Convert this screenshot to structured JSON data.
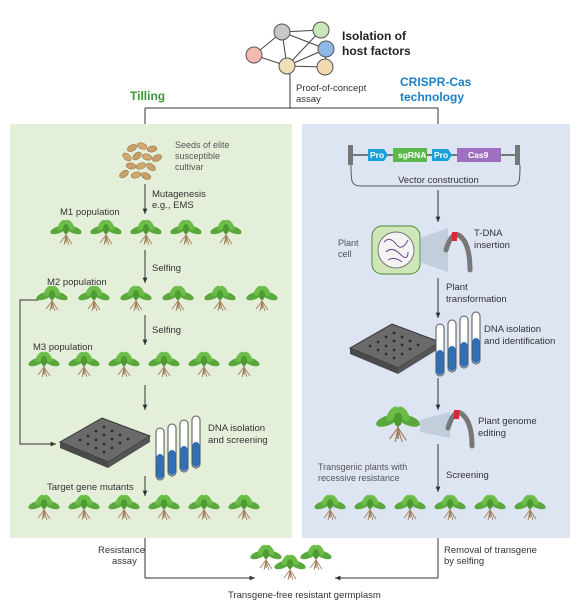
{
  "header": {
    "title_line1": "Isolation of",
    "title_line2": "host factors",
    "assay_line1": "Proof-of-concept",
    "assay_line2": "assay"
  },
  "tilling": {
    "title": "Tilling",
    "seeds_line1": "Seeds of elite",
    "seeds_line2": "susceptible",
    "seeds_line3": "cultivar",
    "mutagenesis_line1": "Mutagenesis",
    "mutagenesis_line2": "e.g., EMS",
    "m1": "M1 population",
    "selfing1": "Selfing",
    "m2": "M2 population",
    "selfing2": "Selfing",
    "m3": "M3 population",
    "dna_line1": "DNA isolation",
    "dna_line2": "and screening",
    "target": "Target gene mutants",
    "resistance_line1": "Resistance",
    "resistance_line2": "assay"
  },
  "crispr": {
    "title_line1": "CRISPR-Cas",
    "title_line2": "technology",
    "pro1": "Pro",
    "sgrna": "sgRNA",
    "pro2": "Pro",
    "cas9": "Cas9",
    "vector": "Vector construction",
    "plant_cell_line1": "Plant",
    "plant_cell_line2": "cell",
    "tdna_line1": "T-DNA",
    "tdna_line2": "insertion",
    "transform_line1": "Plant",
    "transform_line2": "transformation",
    "dna_line1": "DNA isolation",
    "dna_line2": "and identification",
    "editing_line1": "Plant genome",
    "editing_line2": "editing",
    "transgenic_line1": "Transgenic plants with",
    "transgenic_line2": "recessive resistance",
    "screening": "Screening",
    "removal_line1": "Removal of transgene",
    "removal_line2": "by selfing"
  },
  "footer": {
    "germplasm": "Transgene-free resistant germplasm"
  },
  "colors": {
    "tilling_green": "#3a9a3a",
    "crispr_blue": "#1e7fc4",
    "tilling_bg": "#e4efd9",
    "crispr_bg": "#dde5f3",
    "tube_liquid": "#2f6fb5",
    "plant_leaf": "#5aa83c"
  }
}
